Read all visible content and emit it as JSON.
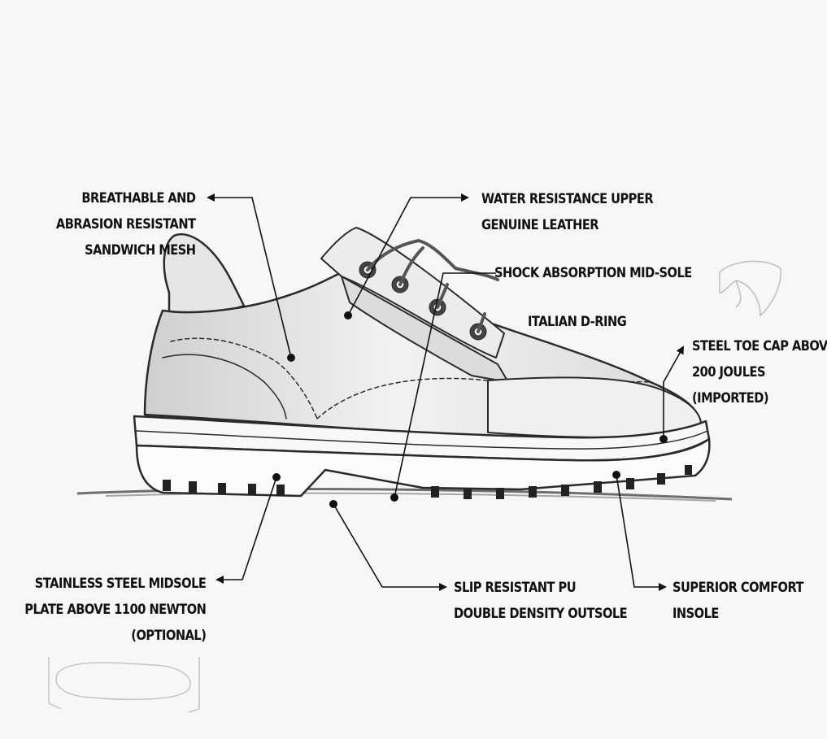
{
  "diagram": {
    "subject": "shoe-anatomy",
    "callouts": [
      {
        "id": "mesh",
        "lines": [
          "BREATHABLE AND",
          "ABRASION RESISTANT",
          "SANDWICH MESH"
        ]
      },
      {
        "id": "upper",
        "lines": [
          "WATER RESISTANCE UPPER",
          "GENUINE LEATHER"
        ]
      },
      {
        "id": "midsole",
        "lines": [
          "SHOCK ABSORPTION MID-SOLE"
        ]
      },
      {
        "id": "dring",
        "lines": [
          "ITALIAN D-RING"
        ]
      },
      {
        "id": "toecap",
        "lines": [
          "STEEL TOE CAP ABOVE",
          "200 JOULES",
          "(IMPORTED)"
        ]
      },
      {
        "id": "plate",
        "lines": [
          "STAINLESS STEEL MIDSOLE",
          "PLATE ABOVE 1100 NEWTON",
          "(OPTIONAL)"
        ]
      },
      {
        "id": "outsole",
        "lines": [
          "SLIP RESISTANT PU",
          "DOUBLE DENSITY OUTSOLE"
        ]
      },
      {
        "id": "insole",
        "lines": [
          "SUPERIOR COMFORT",
          "INSOLE"
        ]
      }
    ],
    "colors": {
      "ink": "#111111",
      "sketch": "#2a2a2a",
      "paper": "#f7f7f6",
      "faint": "#bdbdbd"
    }
  }
}
